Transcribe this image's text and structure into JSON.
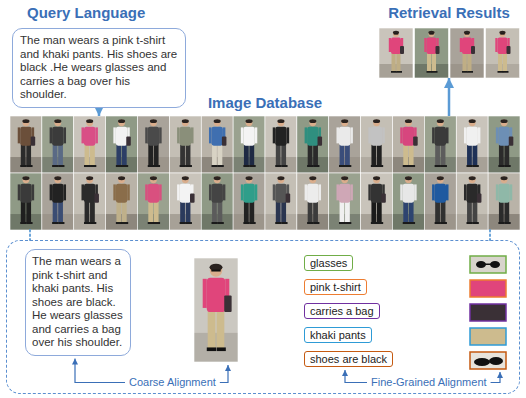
{
  "diagram": {
    "nodes": [
      {
        "text": [
          "Query Language",
          "The man wears a pink t-shirt and khaki pants. His shoes are black .He wears glasses and carries a bag over his shoulder."
        ]
      },
      {
        "text": [
          "Retrieval Results"
        ]
      },
      {
        "text": [
          "Image Database"
        ]
      },
      {
        "text": [
          "Coarse Alignment",
          "Fine-Grained Alignment"
        ]
      },
      {
        "text": [
          "The man wears a pink t-shirt and khaki pants. His shoes are black. He wears glasses and carries a bag over his shoulder."
        ],
        "in": 3
      },
      {
        "text": [
          "glasses"
        ],
        "in": 3
      },
      {
        "text": [
          "pink t-shirt"
        ],
        "in": 3
      },
      {
        "text": [
          "carries a bag"
        ],
        "in": 3
      },
      {
        "text": [
          "khaki pants"
        ],
        "in": 3
      },
      {
        "text": [
          "shoes are black"
        ],
        "in": 3
      }
    ],
    "edges": [
      {
        "from": 0,
        "to": 2,
        "arrow": "to"
      },
      {
        "from": 2,
        "to": 1,
        "arrow": "to"
      },
      {
        "from": 2,
        "to": 3,
        "arrow": "none"
      },
      {
        "from": 2,
        "to": 3,
        "arrow": "none"
      }
    ]
  }
}
